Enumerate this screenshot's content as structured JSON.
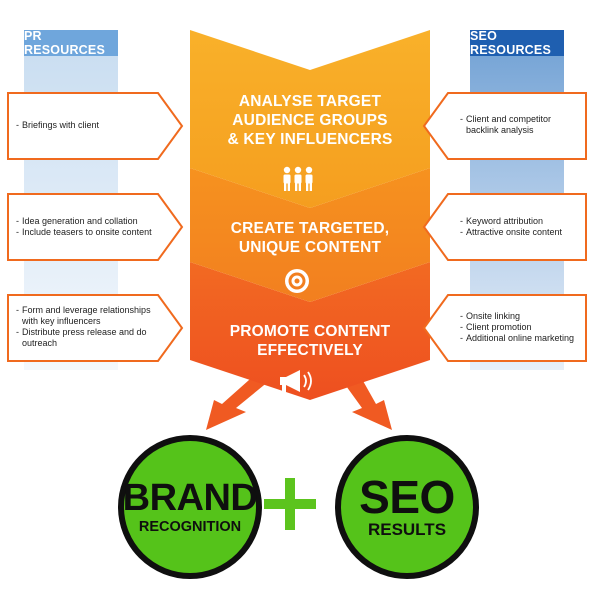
{
  "columns": {
    "left_header": "PR RESOURCES",
    "right_header": "SEO RESOURCES"
  },
  "left_boxes": [
    {
      "items": [
        "Briefings with client"
      ]
    },
    {
      "items": [
        "Idea generation and collation",
        "Include teasers to onsite content"
      ]
    },
    {
      "items": [
        "Form and leverage relationships with key influencers",
        "Distribute press release and do outreach"
      ]
    }
  ],
  "right_boxes": [
    {
      "items": [
        "Client and competitor backlink analysis"
      ]
    },
    {
      "items": [
        "Keyword attribution",
        "Attractive onsite content"
      ]
    },
    {
      "items": [
        "Onsite linking",
        "Client promotion",
        "Additional online marketing"
      ]
    }
  ],
  "steps": [
    {
      "lines": [
        "ANALYSE TARGET",
        "AUDIENCE GROUPS",
        "& KEY INFLUENCERS"
      ],
      "icon": "people-icon"
    },
    {
      "lines": [
        "CREATE TARGETED,",
        "UNIQUE CONTENT"
      ],
      "icon": "target-icon"
    },
    {
      "lines": [
        "PROMOTE CONTENT",
        "EFFECTIVELY"
      ],
      "icon": "megaphone-icon"
    }
  ],
  "results": {
    "left": {
      "line1": "BRAND",
      "line2": "RECOGNITION"
    },
    "plus": "+",
    "right": {
      "line1": "SEO",
      "line2": "RESULTS"
    }
  },
  "colors": {
    "step1": "#f6a623",
    "step2": "#f48a1f",
    "step3": "#f05a22",
    "box_border": "#f06a1e",
    "pr_header": "#6fa6dc",
    "seo_header": "#1f5fb0",
    "result_green": "#55c31a",
    "plus_green": "#5cc41e"
  }
}
